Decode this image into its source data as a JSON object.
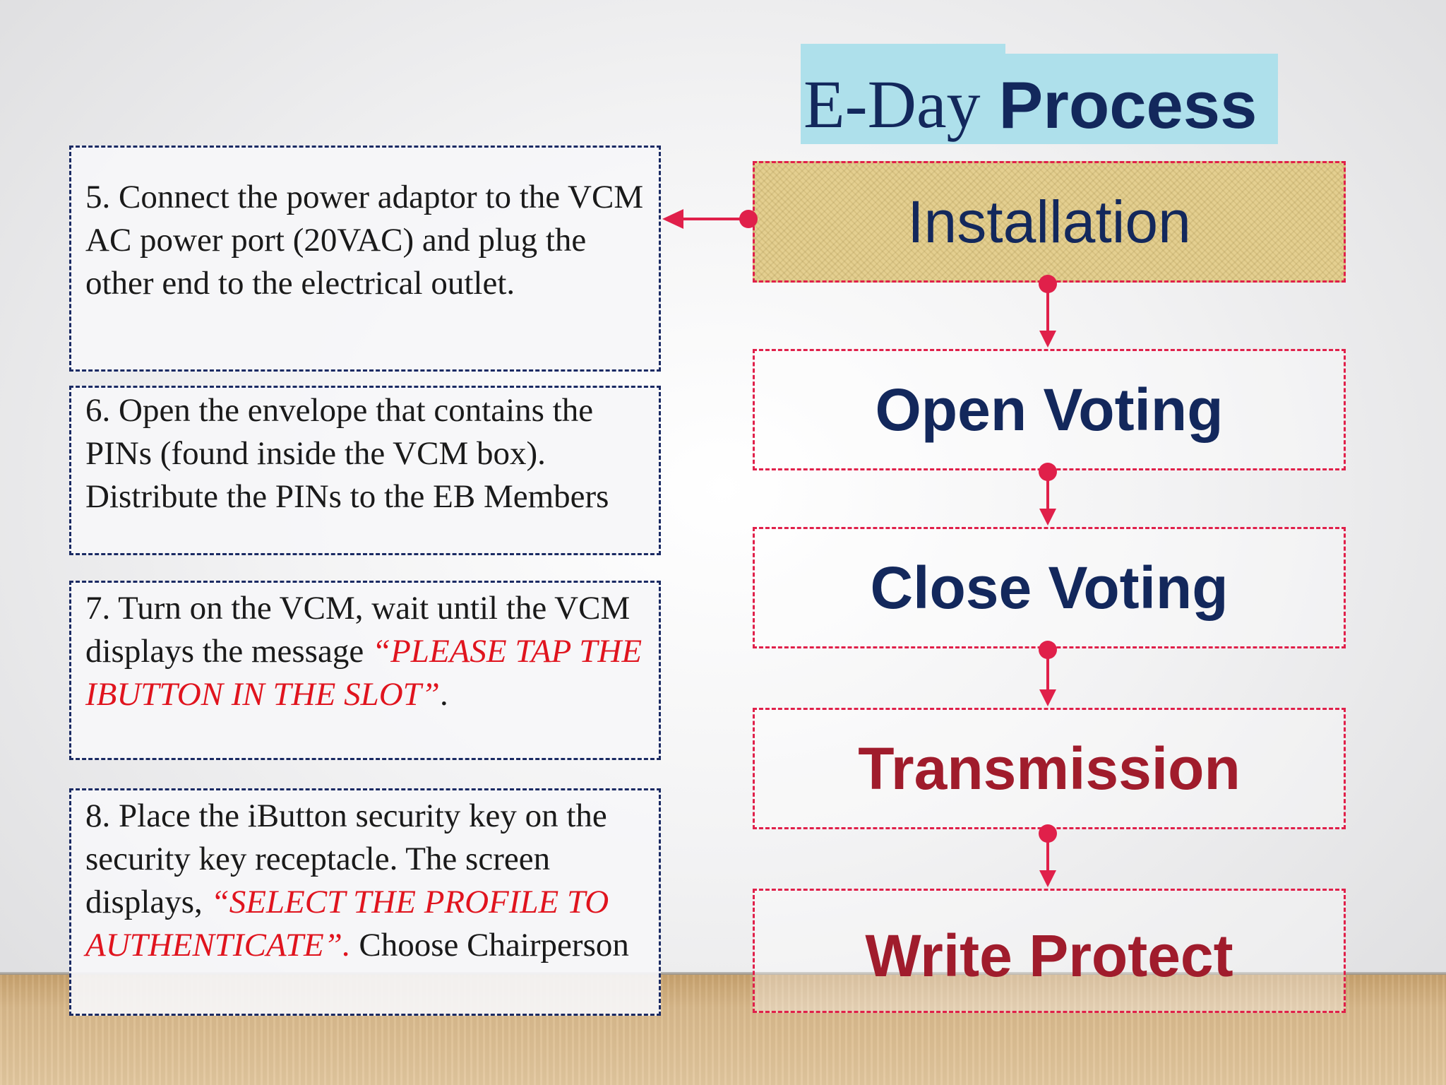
{
  "title": {
    "part1": "E-Day",
    "part2": "Process"
  },
  "steps": [
    {
      "text": "5. Connect the power adaptor to the VCM AC power port (20VAC) and plug the other end to the electrical outlet."
    },
    {
      "text": "6. Open the envelope that contains the PINs (found inside the VCM box).  Distribute the PINs to the EB Members"
    },
    {
      "pre": "7. Turn on the VCM, wait until the VCM displays the message ",
      "highlight": "“PLEASE TAP THE IBUTTON IN THE SLOT”",
      "post": "."
    },
    {
      "pre": "8. Place the iButton security key on the security key receptacle. The screen displays, ",
      "highlight": "“SELECT THE PROFILE TO AUTHENTICATE”.",
      "post": " Choose Chairperson"
    }
  ],
  "process": [
    {
      "label": "Installation",
      "color": "#13285c"
    },
    {
      "label": "Open Voting",
      "color": "#13285c"
    },
    {
      "label": "Close Voting",
      "color": "#13285c"
    },
    {
      "label": "Transmission",
      "color": "#a01c2c"
    },
    {
      "label": "Write Protect",
      "color": "#a01c2c"
    }
  ],
  "colors": {
    "connector": "#e0204a",
    "step_border": "#1a2a63",
    "title_bg": "#aee0eb",
    "highlight": "#e0141e"
  }
}
